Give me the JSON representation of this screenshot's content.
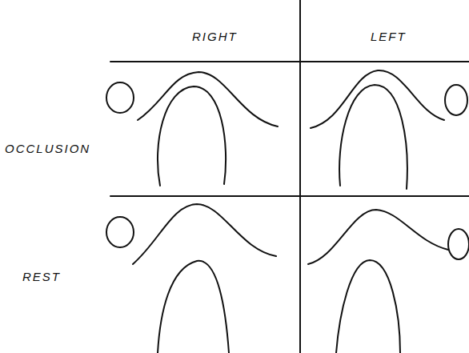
{
  "diagram": {
    "labels": [
      "RIGHT",
      "LEFT",
      "OCCLUSION",
      "REST"
    ]
  }
}
